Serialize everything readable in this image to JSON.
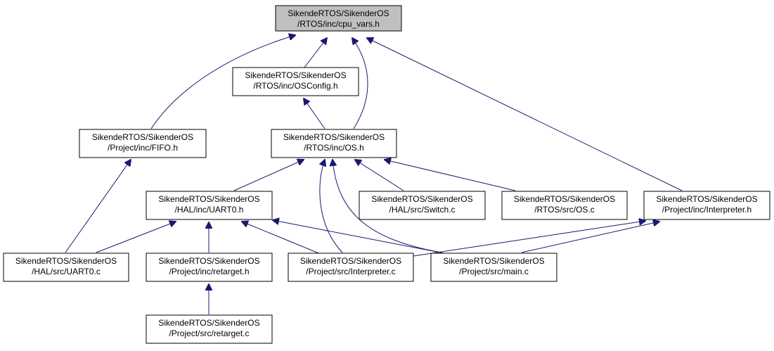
{
  "colors": {
    "edge": "#191970",
    "root_fill": "#bfbfbf",
    "node_fill": "#ffffff",
    "border": "#000000"
  },
  "nodes": {
    "cpu_vars": {
      "line1": "SikendeRTOS/SikenderOS",
      "line2": "/RTOS/inc/cpu_vars.h"
    },
    "osconfig": {
      "line1": "SikendeRTOS/SikenderOS",
      "line2": "/RTOS/inc/OSConfig.h"
    },
    "fifo": {
      "line1": "SikendeRTOS/SikenderOS",
      "line2": "/Project/inc/FIFO.h"
    },
    "os_h": {
      "line1": "SikendeRTOS/SikenderOS",
      "line2": "/RTOS/inc/OS.h"
    },
    "uart0_h": {
      "line1": "SikendeRTOS/SikenderOS",
      "line2": "/HAL/inc/UART0.h"
    },
    "switch_c": {
      "line1": "SikendeRTOS/SikenderOS",
      "line2": "/HAL/src/Switch.c"
    },
    "os_c": {
      "line1": "SikendeRTOS/SikenderOS",
      "line2": "/RTOS/src/OS.c"
    },
    "interpreter_h": {
      "line1": "SikendeRTOS/SikenderOS",
      "line2": "/Project/inc/Interpreter.h"
    },
    "uart0_c": {
      "line1": "SikendeRTOS/SikenderOS",
      "line2": "/HAL/src/UART0.c"
    },
    "retarget_h": {
      "line1": "SikendeRTOS/SikenderOS",
      "line2": "/Project/inc/retarget.h"
    },
    "interpreter_c": {
      "line1": "SikendeRTOS/SikenderOS",
      "line2": "/Project/src/Interpreter.c"
    },
    "main_c": {
      "line1": "SikendeRTOS/SikenderOS",
      "line2": "/Project/src/main.c"
    },
    "retarget_c": {
      "line1": "SikendeRTOS/SikenderOS",
      "line2": "/Project/src/retarget.c"
    }
  }
}
